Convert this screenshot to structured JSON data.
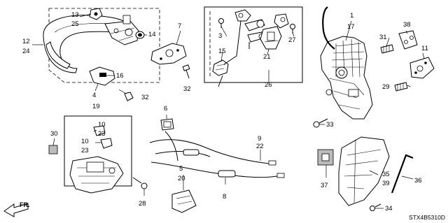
{
  "diagram": {
    "catalog_code": "STX4B5310D",
    "direction_label": "FR.",
    "callouts": {
      "c1": "1",
      "c3": "3",
      "c4": "4",
      "c5": "5",
      "c6": "6",
      "c7": "7",
      "c8": "8",
      "c9": "9",
      "c10a": "10",
      "c10b": "10",
      "c11": "11",
      "c12": "12",
      "c13": "13",
      "c14": "14",
      "c15": "15",
      "c16": "16",
      "c17": "17",
      "c19": "19",
      "c20": "20",
      "c21": "21",
      "c22": "22",
      "c23a": "23",
      "c23b": "23",
      "c24": "24",
      "c25": "25",
      "c26": "26",
      "c27": "27",
      "c28": "28",
      "c29": "29",
      "c30": "30",
      "c31": "31",
      "c32a": "32",
      "c32b": "32",
      "c33": "33",
      "c34": "34",
      "c35": "35",
      "c36": "36",
      "c37": "37",
      "c38": "38",
      "c39": "39"
    }
  }
}
